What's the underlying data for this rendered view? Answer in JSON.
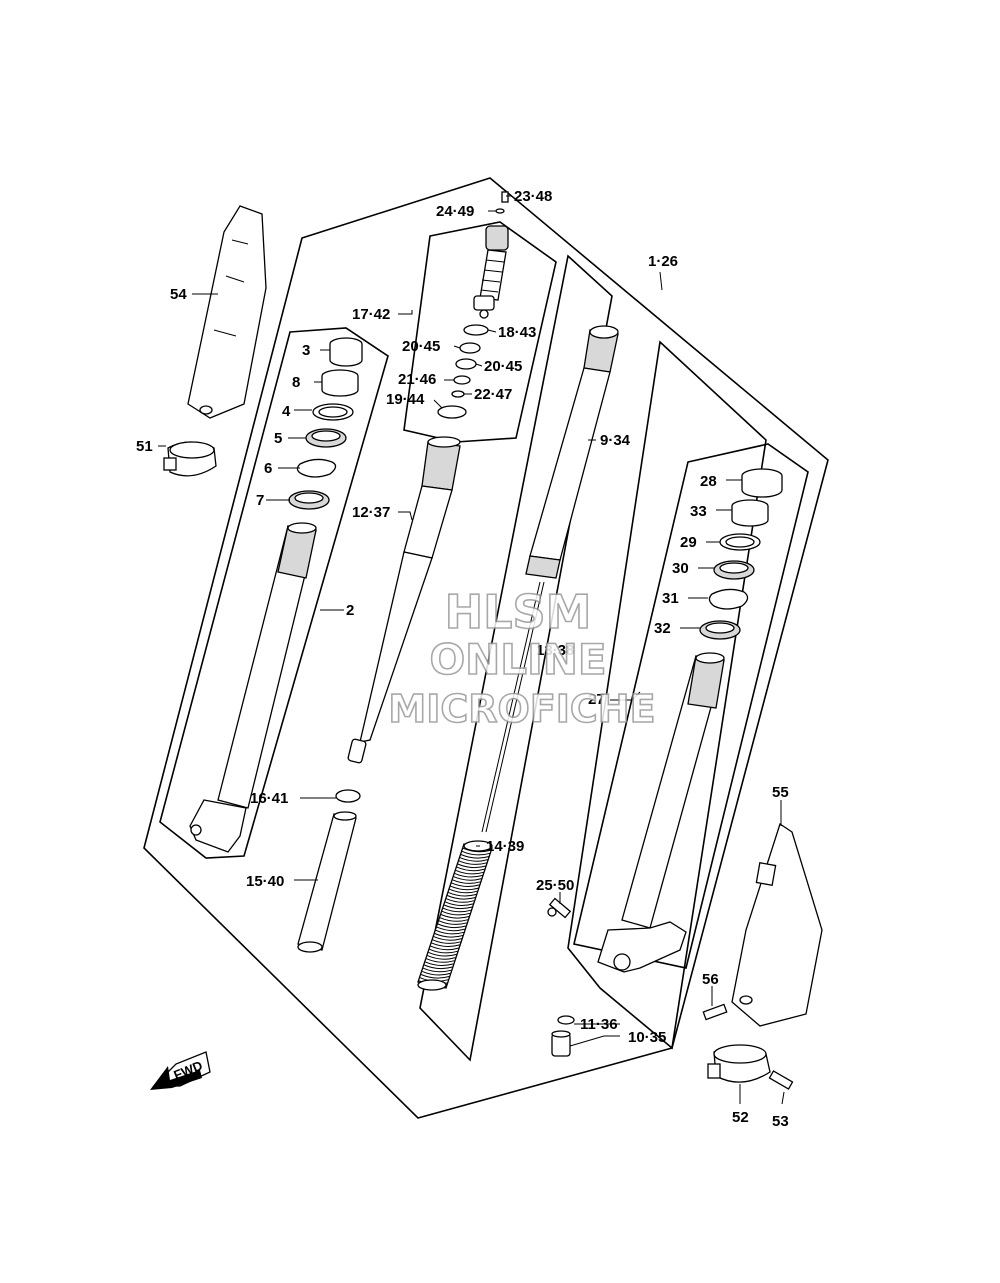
{
  "watermark": {
    "line1": "HLSM",
    "line2": "ONLINE",
    "line3": "MICROFICHE"
  },
  "fwd_badge": "FWD",
  "callouts": [
    "23·48",
    "24·49",
    "1·26",
    "54",
    "17·42",
    "18·43",
    "3",
    "20·45",
    "20·45",
    "8",
    "21·46",
    "22·47",
    "19·44",
    "4",
    "51",
    "5",
    "6",
    "9·34",
    "7",
    "28",
    "12·37",
    "33",
    "29",
    "2",
    "30",
    "31",
    "32",
    "13·38",
    "27",
    "16·41",
    "55",
    "14·39",
    "15·40",
    "25·50",
    "56",
    "11·36",
    "10·35",
    "52",
    "53"
  ]
}
